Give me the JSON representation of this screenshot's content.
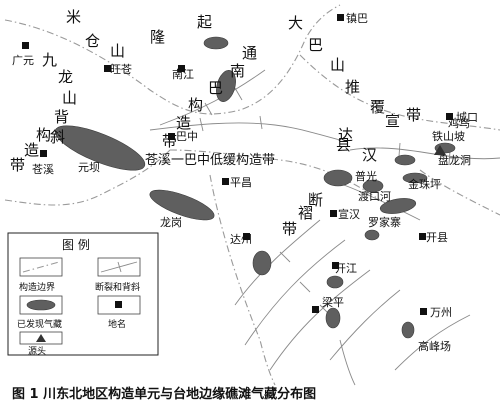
{
  "caption": "图 1   川东北地区构造单元与台地边缘礁滩气藏分布图",
  "legend": {
    "title": "图   例",
    "items": [
      {
        "key": "boundary",
        "label": "构造边界"
      },
      {
        "key": "fault",
        "label": "断裂和背斜"
      },
      {
        "key": "gas",
        "label": "已发现气藏"
      },
      {
        "key": "place",
        "label": "地名"
      },
      {
        "key": "source",
        "label": "源头"
      }
    ]
  },
  "belts": [
    {
      "id": "micang",
      "chars": [
        "米",
        "仓",
        "山"
      ]
    },
    {
      "id": "daba",
      "chars": [
        "大",
        "巴",
        "山"
      ]
    },
    {
      "id": "jiulongshan",
      "chars": [
        "九",
        "龙",
        "山",
        "背",
        "斜"
      ]
    },
    {
      "id": "gouzao",
      "chars": [
        "构",
        "造",
        "带"
      ]
    },
    {
      "id": "tongnanba",
      "chars": [
        "通",
        "南",
        "巴",
        "构",
        "造",
        "带"
      ]
    },
    {
      "id": "longqi",
      "chars": [
        "隆",
        "起"
      ]
    },
    {
      "id": "tuifu",
      "chars": [
        "推",
        "覆"
      ]
    },
    {
      "id": "xuanhan",
      "chars": [
        "宣",
        "汉",
        "达",
        "县"
      ]
    },
    {
      "id": "dainan",
      "chars": [
        "带"
      ]
    },
    {
      "id": "duanzhe",
      "chars": [
        "断",
        "褶",
        "带"
      ]
    }
  ],
  "zone_label": "苍溪一巴中低缓构造带",
  "places": [
    {
      "name": "镇巴"
    },
    {
      "name": "广元"
    },
    {
      "name": "旺苍"
    },
    {
      "name": "南江"
    },
    {
      "name": "城口"
    },
    {
      "name": "巴中"
    },
    {
      "name": "苍溪"
    },
    {
      "name": "元坝"
    },
    {
      "name": "平昌"
    },
    {
      "name": "龙岗"
    },
    {
      "name": "达州"
    },
    {
      "name": "宣汉"
    },
    {
      "name": "普光"
    },
    {
      "name": "渡口河"
    },
    {
      "name": "罗家寨"
    },
    {
      "name": "金珠坪"
    },
    {
      "name": "开江"
    },
    {
      "name": "开县"
    },
    {
      "name": "梁平"
    },
    {
      "name": "万州"
    },
    {
      "name": "高峰场"
    },
    {
      "name": "铁山坡"
    },
    {
      "name": "盘龙洞"
    },
    {
      "name": "鸡鸟"
    }
  ]
}
